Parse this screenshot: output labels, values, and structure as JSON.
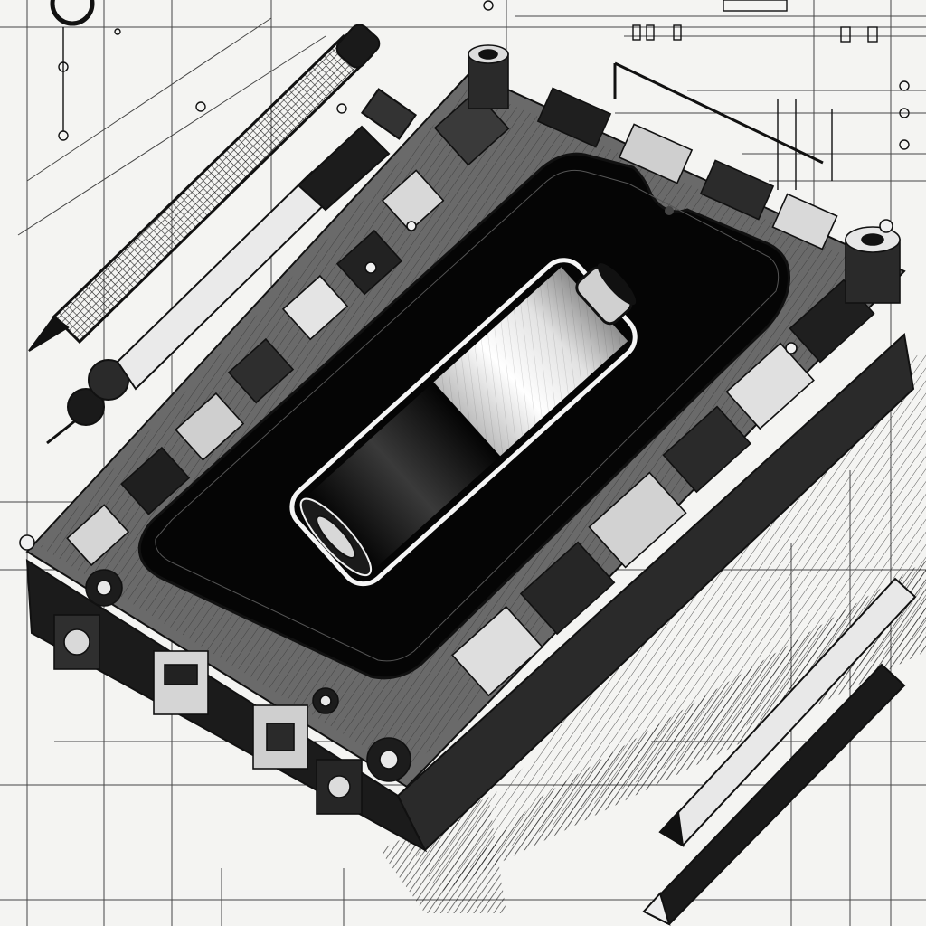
{
  "scene": {
    "subject": "smartphone-with-battery-sketch",
    "palette": {
      "paper": "#f4f4f2",
      "ink": "#111111",
      "shadow": "#2a2a2a",
      "screen": "#050505",
      "highlight": "#ffffff"
    },
    "elements": [
      "blueprint-grid",
      "phone-chassis",
      "phone-screen",
      "battery-cell",
      "pen-tool",
      "screwdriver-tool",
      "pencils",
      "component-clusters",
      "hatched-shadow"
    ]
  }
}
